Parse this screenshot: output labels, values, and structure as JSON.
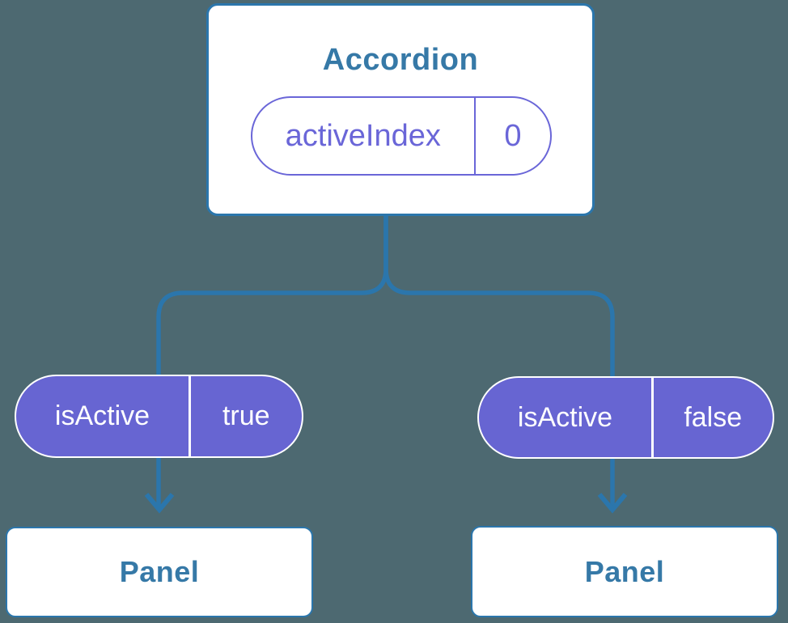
{
  "tree": {
    "root": {
      "title": "Accordion",
      "state": {
        "label": "activeIndex",
        "value": "0"
      }
    },
    "children": [
      {
        "prop": {
          "label": "isActive",
          "value": "true"
        },
        "node": {
          "title": "Panel"
        }
      },
      {
        "prop": {
          "label": "isActive",
          "value": "false"
        },
        "node": {
          "title": "Panel"
        }
      }
    ]
  },
  "colors": {
    "background": "#4D6971",
    "connector_blue": "#2B76AC",
    "node_text_blue": "#3679A7",
    "prop_pill_purple": "#6765D2",
    "state_pill_purple": "#6A66D8",
    "node_background": "#FFFFFF"
  }
}
